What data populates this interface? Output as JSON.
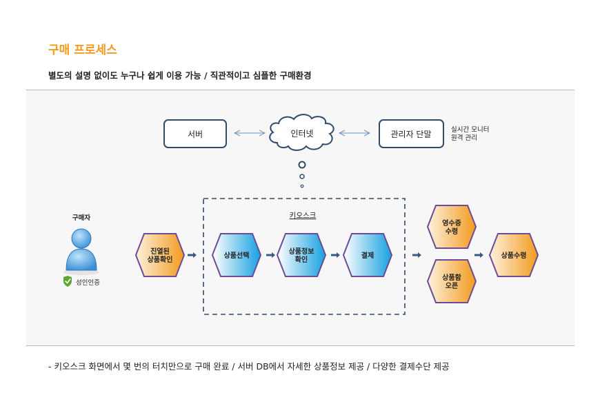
{
  "header": {
    "title": "구매 프로세스",
    "subtitle": "별도의 설명 없이도 누구나 쉽게 이용 가능 / 직관적이고 심플한 구매환경"
  },
  "diagram": {
    "server": "서버",
    "internet": "인터넷",
    "admin_terminal": "관리자 단말",
    "admin_note_line1": "실시간 모니터",
    "admin_note_line2": "원격 관리",
    "buyer_label": "구매자",
    "adult_verification": "성인인증",
    "kiosk_label": "키오스크",
    "steps": {
      "displayed_product_check": [
        "진열된",
        "상품확인"
      ],
      "product_select": [
        "상품선택"
      ],
      "product_info_check": [
        "상품정보",
        "확인"
      ],
      "payment": [
        "결제"
      ],
      "receipt_receive": [
        "영수증",
        "수령"
      ],
      "product_box_open": [
        "상품함",
        "오픈"
      ],
      "product_receive": [
        "상품수령"
      ]
    },
    "colors": {
      "orange": "#f39a1e",
      "blue": "#1aa3e0",
      "hex_border": "#6b4a9a",
      "box_border": "#2f4a6b",
      "arrow": "#3a5a80"
    }
  },
  "footer": {
    "text": "- 키오스크 화면에서 몇 번의 터치만으로 구매 완료 / 서버 DB에서 자세한 상품정보 제공 / 다양한 결제수단 제공"
  }
}
